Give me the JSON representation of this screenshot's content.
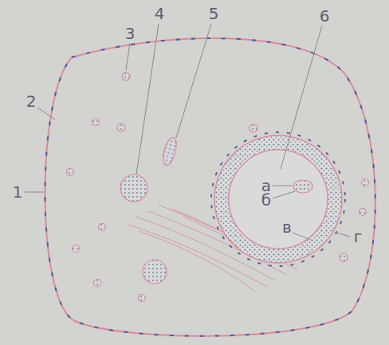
{
  "diagram": {
    "labels": [
      "1",
      "2",
      "3",
      "4",
      "5",
      "6",
      "а",
      "б",
      "в",
      "г"
    ]
  }
}
